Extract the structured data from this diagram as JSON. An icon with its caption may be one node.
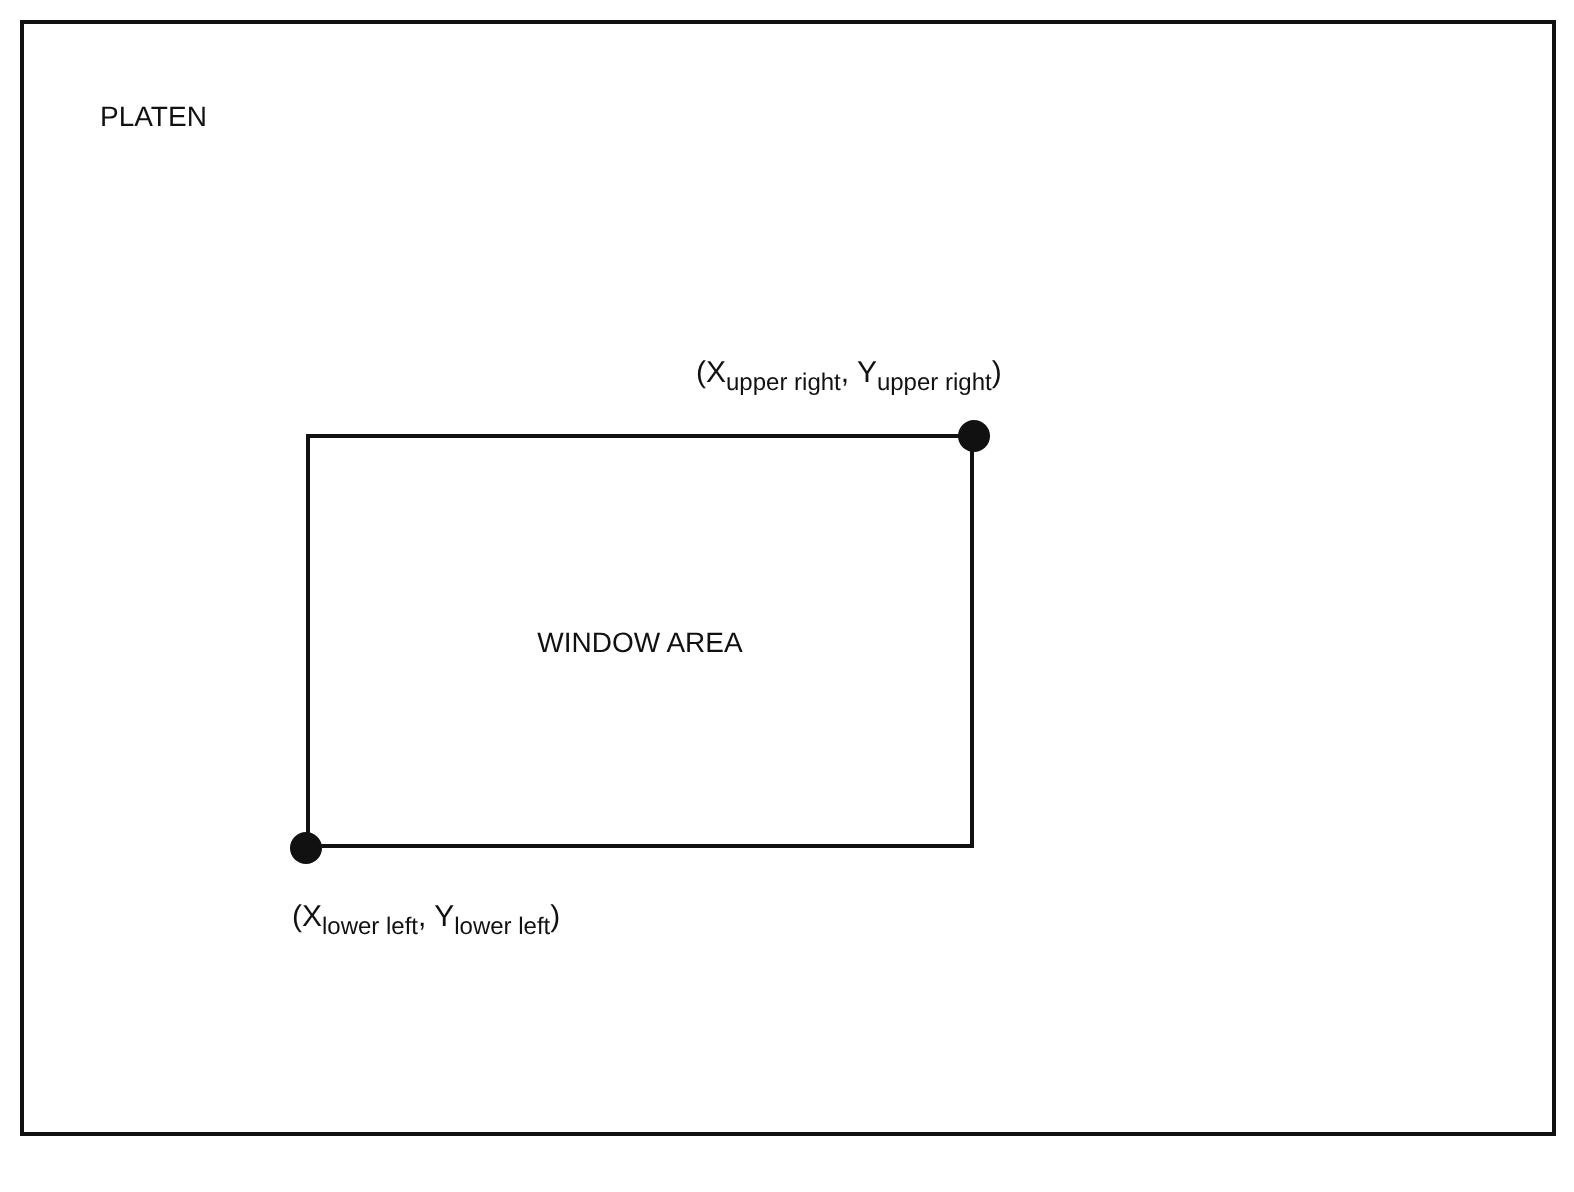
{
  "diagram": {
    "nodes": [
      {
        "text": [
          "PLATEN"
        ]
      },
      {
        "text": [
          "WINDOW AREA"
        ],
        "in": 0
      }
    ],
    "edges": [],
    "labels": [
      "(X$_{upper right}$, Y$_{upper right}$)",
      "(X$_{lower left}$, Y$_{lower left}$)"
    ]
  }
}
